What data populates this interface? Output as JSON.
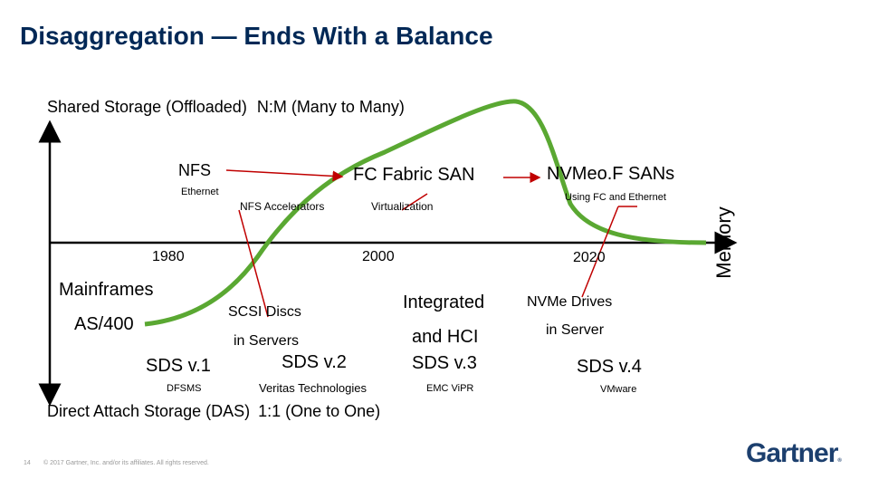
{
  "title": "Disaggregation — Ends With a Balance",
  "top_label": {
    "text": "Shared Storage (Offloaded)",
    "ratio": "N:M (Many to Many)"
  },
  "bottom_label": {
    "text": "Direct Attach Storage (DAS)",
    "ratio": "1:1 (One to One)"
  },
  "axis_side_label": "Memory",
  "years": [
    "1980",
    "2000",
    "2020"
  ],
  "upper": {
    "nfs": "NFS",
    "ethernet": "Ethernet",
    "nfs_accelerators": "NFS Accelerators",
    "fc_fabric": "FC Fabric SAN",
    "virtualization": "Virtualization",
    "nvmeof": "NVMeo.F SANs",
    "using_fc": "Using FC and Ethernet"
  },
  "lower": {
    "mainframes": "Mainframes",
    "as400": "AS/400",
    "scsi_line1": "SCSI Discs",
    "scsi_line2": "in Servers",
    "sds1": "SDS v.1",
    "sds2": "SDS v.2",
    "dfsms": "DFSMS",
    "veritas": "Veritas Technologies",
    "integrated_line1": "Integrated",
    "integrated_line2": "and HCI",
    "sds3": "SDS v.3",
    "emc": "EMC ViPR",
    "nvme_line1": "NVMe Drives",
    "nvme_line2": "in Server",
    "sds4": "SDS v.4",
    "vmware": "VMware"
  },
  "footer": {
    "page": "14",
    "copyright": "© 2017 Gartner, Inc. and/or its affiliates. All rights reserved."
  },
  "logo": {
    "text": "Gartner",
    "mark": "®"
  },
  "colors": {
    "title": "#002856",
    "curve": "#5aa832",
    "arrow": "#c00000",
    "axis": "#000000"
  }
}
